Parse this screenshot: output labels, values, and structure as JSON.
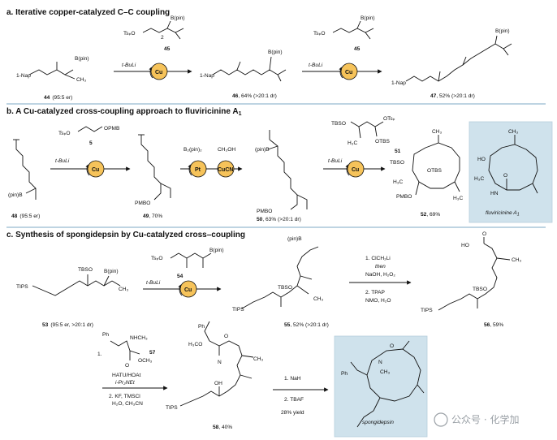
{
  "sections": {
    "a": {
      "title": "a. Iterative copper-catalyzed C–C coupling",
      "reagent_top": "TsₚO",
      "reagent_bpin": "B(pin)",
      "reagent_label": "45",
      "reagent_label2": "45",
      "base": "t-BuLi",
      "base2": "t-BuLi",
      "sm_label": "44",
      "sm_er": "(95:5 er)",
      "sm_nap": "1-Nap",
      "sm_bpin": "B(pin)",
      "sm_ch3": "CH₃",
      "p1_label": "46",
      "p1_yield": ", 64% (>20:1 dr)",
      "p1_nap": "1-Nap",
      "p1_bpin": "B(pin)",
      "p2_label": "47",
      "p2_yield": ", 52% (>20:1 dr)",
      "p2_nap": "1-Nap",
      "p2_bpin": "B(pin)",
      "sub2": "2",
      "cu": "Cu"
    },
    "b": {
      "title": "b. A Cu-catalyzed cross-coupling approach to fluviricinine A",
      "title_sub": "1",
      "sm_label": "48",
      "sm_er": "(95:5 er)",
      "sm_bpin": "(pin)B",
      "r1_label": "5",
      "r1_left": "TsₚO",
      "r1_right": "OPMB",
      "base": "t-BuLi",
      "base2": "t-BuLi",
      "p1_label": "49",
      "p1_yield": ", 70%",
      "p1_pmbo": "PMBO",
      "pt_reag1": "B₂(pin)₂",
      "pt_reag2": "CH₃OH",
      "pt": "Pt",
      "cucn": "CuCN",
      "p2_label": "50",
      "p2_yield": ", 63% (>20:1 dr)",
      "p2_bpin": "(pin)B",
      "p2_pmbo": "PMBO",
      "r2_label": "51",
      "r2_tbso": "TBSO",
      "r2_ots": "OTsₚ",
      "r2_h3c": "H₃C",
      "r2_otbs": "OTBS",
      "p3_label": "52",
      "p3_yield": ", 69%",
      "p3_tbso": "TBSO",
      "p3_otbs": "OTBS",
      "p3_ch3": "CH₃",
      "p3_h3c": "H₃C",
      "p3_h3c2": "H₃C",
      "p3_pmbo": "PMBO",
      "np_name": "fluviricinine A",
      "np_sub": "1",
      "np_ho": "HO",
      "np_o": "O",
      "np_hn": "HN",
      "np_h3c": "H₃C",
      "np_ch3": "CH₃",
      "cu": "Cu"
    },
    "c": {
      "title": "c. Synthesis of spongidepsin by Cu-catalyzed cross–coupling",
      "sm_label": "53",
      "sm_er": "(95:5 er, >20:1 dr)",
      "sm_tips": "TIPS",
      "sm_tbso": "TBSO",
      "sm_bpin": "B(pin)",
      "sm_ch3": "CH₃",
      "r1_label": "54",
      "r1_left": "TsₚO",
      "r1_bpin": "B(pin)",
      "base": "t-BuLi",
      "p1_label": "55",
      "p1_yield": ", 52% (>20:1 dr)",
      "p1_bpin": "(pin)B",
      "p1_tbso": "TBSO",
      "p1_tips": "TIPS",
      "p1_ch3": "CH₃",
      "step1": "1. ClCH₂Li",
      "step1_then": "then",
      "step1b": "NaOH, H₂O₂",
      "step2": "2. TPAP",
      "step2b": "NMO, H₂O",
      "p2_label": "56",
      "p2_yield": ", 59%",
      "p2_ho": "HO",
      "p2_o": "O",
      "p2_tbso": "TBSO",
      "p2_tips": "TIPS",
      "p2_ch3": "CH₃",
      "cp_step1": "1.",
      "cp_label": "57",
      "cp_nhch3": "NHCH₃",
      "cp_och3": "OCH₃",
      "cp_o": "O",
      "cp_ph": "Ph",
      "cp_hatu": "HATU/HOAt",
      "cp_base": "i-Pr₂NEt",
      "cp_step2": "2. KF, TMSCl",
      "cp_step2b": "H₂O, CH₃CN",
      "p3_label": "58",
      "p3_yield": ", 40%",
      "p3_ph": "Ph",
      "p3_h3co": "H₃CO",
      "p3_ch3": "CH₃",
      "p3_oh": "OH",
      "p3_tips": "TIPS",
      "p3_o": "O",
      "p3_n": "N",
      "f_step1": "1. NaH",
      "f_step2": "2. TBAF",
      "f_yield": "28% yield",
      "np_name": "spongidepsin",
      "np_ph": "Ph",
      "np_n": "N",
      "np_o": "O",
      "np_ch3": "CH₃",
      "cu": "Cu"
    }
  },
  "watermark": {
    "text": "公众号 · 化学加"
  },
  "colors": {
    "catalyst": "#f6c35a",
    "highlight_box": "#cfe2ec",
    "separator": "#a9c6d8"
  }
}
